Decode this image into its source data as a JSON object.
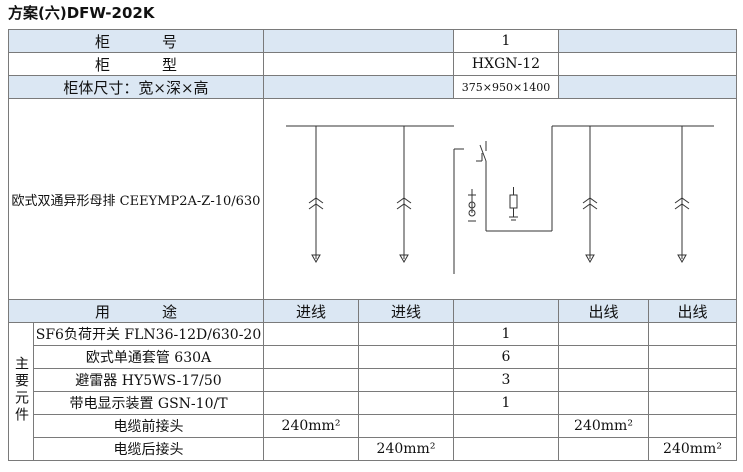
{
  "title": "方案(六)DFW-202K",
  "header": {
    "cabinet_no_label_a": "柜",
    "cabinet_no_label_b": "号",
    "cabinet_no_value": "1",
    "cabinet_type_label_a": "柜",
    "cabinet_type_label_b": "型",
    "cabinet_type_value": "HXGN-12",
    "size_label": "柜体尺寸：宽×深×高",
    "size_value": "375×950×1400"
  },
  "diagram": {
    "busbar_label": "欧式双通异形母排 CEEYMP2A-Z-10/630"
  },
  "usage": {
    "label_a": "用",
    "label_b": "途",
    "cols": [
      "进线",
      "进线",
      "",
      "出线",
      "出线"
    ]
  },
  "components": {
    "side_label": "主要元件",
    "rows": [
      {
        "name": "SF6负荷开关 FLN36-12D/630-20",
        "values": [
          "",
          "",
          "1",
          "",
          ""
        ]
      },
      {
        "name": "欧式单通套管 630A",
        "values": [
          "",
          "",
          "6",
          "",
          ""
        ]
      },
      {
        "name": "避雷器  HY5WS-17/50",
        "values": [
          "",
          "",
          "3",
          "",
          ""
        ]
      },
      {
        "name": "带电显示装置  GSN-10/T",
        "values": [
          "",
          "",
          "1",
          "",
          ""
        ]
      },
      {
        "name": "电缆前接头",
        "values": [
          "240mm²",
          "",
          "",
          "240mm²",
          ""
        ]
      },
      {
        "name": "电缆后接头",
        "values": [
          "",
          "240mm²",
          "",
          "",
          "240mm²"
        ]
      }
    ]
  }
}
